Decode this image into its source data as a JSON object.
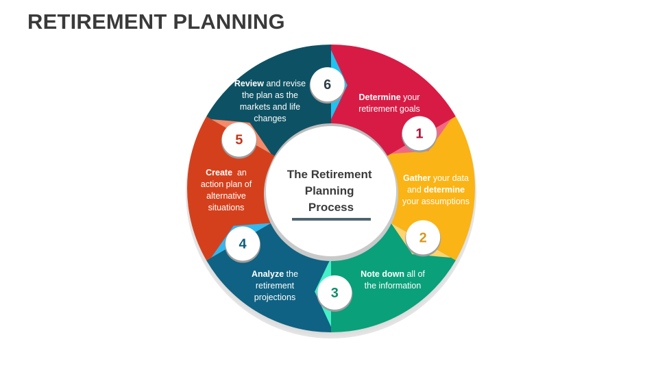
{
  "title": "RETIREMENT PLANNING",
  "center": {
    "lines": [
      "The Retirement",
      "Planning",
      "Process"
    ]
  },
  "colors": {
    "step1": "#d81b45",
    "step2": "#fbb415",
    "step3": "#0aa07a",
    "step4": "#0f6283",
    "step5": "#d5401c",
    "step6": "#0d5264",
    "num1": "#b0123a",
    "num2": "#d9971a",
    "num3": "#0d8f6c",
    "num4": "#0f5c78",
    "num5": "#c1371a",
    "num6": "#2d3e45"
  },
  "steps": [
    {
      "number": "1",
      "lines": [
        [
          {
            "b": "Determine"
          },
          {
            "t": " your"
          }
        ],
        [
          {
            "t": "retirement goals"
          }
        ]
      ]
    },
    {
      "number": "2",
      "lines": [
        [
          {
            "b": "Gather"
          },
          {
            "t": " your data"
          }
        ],
        [
          {
            "t": "and "
          },
          {
            "b": "determine"
          }
        ],
        [
          {
            "t": "your assumptions"
          }
        ]
      ]
    },
    {
      "number": "3",
      "lines": [
        [
          {
            "b": "Note down"
          },
          {
            "t": " all of"
          }
        ],
        [
          {
            "t": "the information"
          }
        ]
      ]
    },
    {
      "number": "4",
      "lines": [
        [
          {
            "b": "Analyze"
          },
          {
            "t": " the"
          }
        ],
        [
          {
            "t": "retirement"
          }
        ],
        [
          {
            "t": "projections"
          }
        ]
      ]
    },
    {
      "number": "5",
      "lines": [
        [
          {
            "b": "Create"
          },
          {
            "t": "  an"
          }
        ],
        [
          {
            "t": "action plan of"
          }
        ],
        [
          {
            "t": "alternative"
          }
        ],
        [
          {
            "t": "situations"
          }
        ]
      ]
    },
    {
      "number": "6",
      "lines": [
        [
          {
            "b": "Review"
          },
          {
            "t": " and revise"
          }
        ],
        [
          {
            "t": "the plan as the"
          }
        ],
        [
          {
            "t": "markets and life"
          }
        ],
        [
          {
            "t": "changes"
          }
        ]
      ]
    }
  ]
}
